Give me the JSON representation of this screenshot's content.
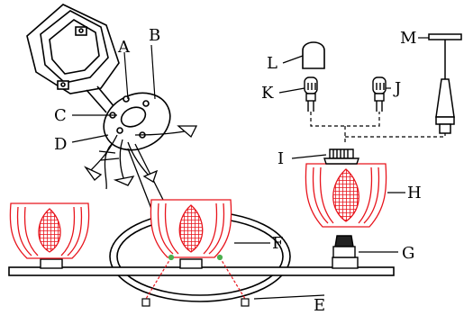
{
  "labels": {
    "A": "A",
    "B": "B",
    "C": "C",
    "D": "D",
    "E": "E",
    "F": "F",
    "G": "G",
    "H": "H",
    "I": "I",
    "J": "J",
    "K": "K",
    "L": "L",
    "M": "M"
  },
  "colors": {
    "line": "#000000",
    "shade_outline": "#e8141c",
    "shade_mesh": "#e8141c",
    "wire_red": "#e8141c",
    "wire_green": "#4caf50"
  }
}
